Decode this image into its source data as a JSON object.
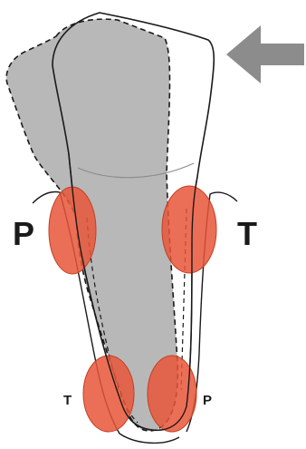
{
  "labels": {
    "cervical_left": "P",
    "cervical_right": "T",
    "apical_left": "T",
    "apical_right": "P"
  },
  "colors": {
    "contact_zone": "#e8563a",
    "displaced_tooth_fill": "#b8b8b8",
    "arrow": "#8c8c8c",
    "outline": "#1a1a1a"
  },
  "icons": {
    "force_arrow": "arrow-left-icon"
  }
}
